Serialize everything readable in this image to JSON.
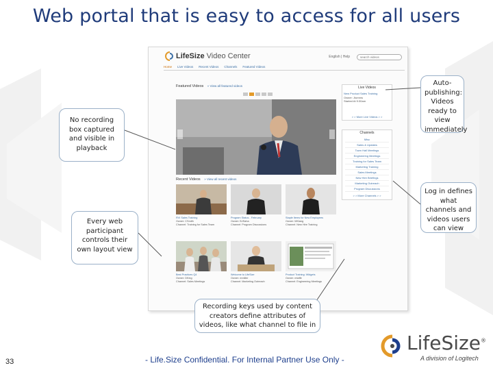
{
  "slide": {
    "title": "Web portal that is easy to access for all users",
    "number": "33",
    "confidential": "- Life.Size Confidential. For Internal Partner Use Only -",
    "brand_name": "LifeSize",
    "brand_tagline": "A division of Logitech",
    "brand_registered": "®"
  },
  "screenshot": {
    "logo_text": "LifeSize",
    "logo_sub": "Video Center",
    "util_links": "English | Help",
    "search_placeholder": "search videos",
    "nav": [
      "Home",
      "Live Videos",
      "Recent Videos",
      "Channels",
      "Featured Videos"
    ],
    "featured_title": "Featured Videos",
    "featured_link": "» View all featured videos",
    "live": {
      "title": "Live Videos",
      "item_title": "New Product Sales Training",
      "item_owner": "Owner: Jtomms",
      "item_started": "Started At 9:30am",
      "more": "> > More Live Videos > >"
    },
    "channels": {
      "title": "Channels",
      "items": [
        "Misc",
        "Sales & Updates",
        "Town Hall Meetings",
        "Engineering Meetings",
        "Training for Sales Team",
        "Marketing Training",
        "Sales Meetings",
        "New Hire Briefings",
        "Marketing Outreach",
        "Program Discussions"
      ],
      "more": "> > More Channels > >"
    },
    "recent_title": "Recent Videos",
    "recent_link": "» View all recent videos",
    "thumbs": [
      {
        "title": "RVI Sales Training",
        "owner": "Owner: CSmith",
        "channel": "Channel: Training for Sales Team"
      },
      {
        "title": "Program Status - February",
        "owner": "Owner: BJSaha",
        "channel": "Channel: Program Discussions"
      },
      {
        "title": "Staple Items for New Employees",
        "owner": "Owner: MKlang",
        "channel": "Channel: New Hire Training"
      },
      {
        "title": "Best Practices Q4",
        "owner": "Owner: DKing",
        "channel": "Channel: Sales Meetings"
      },
      {
        "title": "Welcome to LifeSize",
        "owner": "Owner: mmiller",
        "channel": "Channel: Marketing Outreach"
      },
      {
        "title": "Product Training: Widgets",
        "owner": "Owner: mtaffe",
        "channel": "Channel: Engineering Meetings"
      }
    ]
  },
  "callouts": {
    "no_recording": "No recording box captured and visible in playback",
    "auto_publishing": "Auto-publishing: Videos ready to view immediately",
    "web_participant": "Every web participant controls their own layout view",
    "log_in": "Log in defines what channels and videos users can view",
    "recording_keys": "Recording keys used by content creators define attributes of videos, like what channel to file in"
  },
  "colors": {
    "title": "#1f3b7a",
    "confidential": "#1d3e8c",
    "accent": "#e39a2a",
    "link": "#3a6ea5"
  }
}
